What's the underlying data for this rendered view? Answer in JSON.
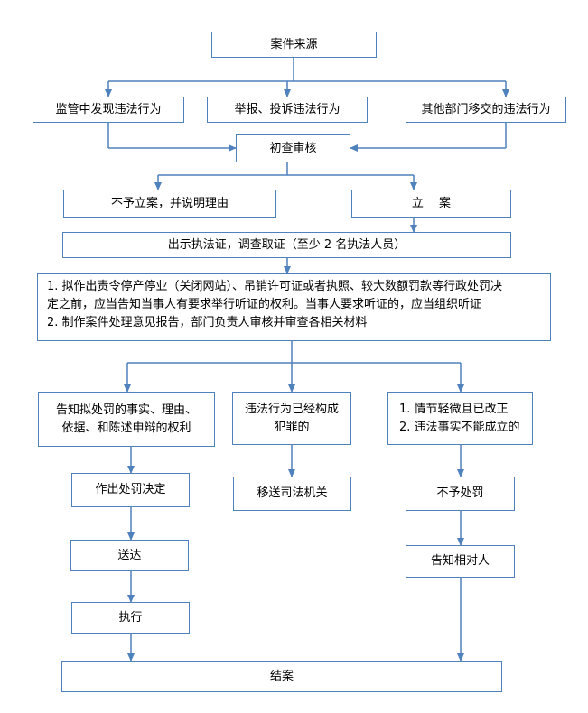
{
  "nodes": {
    "case_source": "案件来源",
    "source_supervision": "监管中发现违法行为",
    "source_report": "举报、投诉违法行为",
    "source_transfer": "其他部门移交的违法行为",
    "initial_review": "初查审核",
    "no_filing": "不予立案，并说明理由",
    "filing": "立　 案",
    "show_certificate": "出示执法证，调查取证（至少 2 名执法人员）",
    "hearing_notice": {
      "line1": "1. 拟作出责令停产停业（关闭网站）、吊销许可证或者执照、较大数额罚款等行政处罚决",
      "line2": "定之前，应当告知当事人有要求举行听证的权利。当事人要求听证的，应当组织听证",
      "line3": "2. 制作案件处理意见报告，部门负责人审核并审查各相关材料"
    },
    "inform_rights": {
      "line1": "告知拟处罚的事实、理由、",
      "line2": "依据、和陈述申辩的权利"
    },
    "crime": {
      "line1": "违法行为已经构成",
      "line2": "犯罪的"
    },
    "minor": {
      "line1": "1. 情节轻微且已改正",
      "line2": "2. 违法事实不能成立的"
    },
    "make_decision": "作出处罚决定",
    "transfer_judicial": "移送司法机关",
    "no_penalty": "不予处罚",
    "deliver": "送达",
    "notify_party": "告知相对人",
    "execute": "执行",
    "close_case": "结案"
  },
  "colors": {
    "border": "#4f81bd",
    "line": "#4f81bd",
    "text": "#000000"
  }
}
